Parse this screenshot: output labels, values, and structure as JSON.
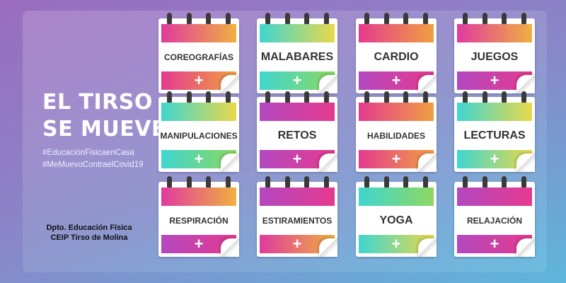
{
  "header": {
    "title_line1": "EL TIRSO",
    "title_line2": "SE MUEVE",
    "hashtag1": "#EducaciónFisicaenCasa",
    "hashtag2": "#MeMuevoContraelCovid19"
  },
  "footer": {
    "line1": "Dpto. Educación Física",
    "line2": "CEIP Tirso de Molina"
  },
  "plus_symbol": "+",
  "cards": [
    {
      "label": "COREOGRAFÍAS",
      "top": "g1",
      "bottom": "g4"
    },
    {
      "label": "MALABARES",
      "top": "g2",
      "bottom": "g5"
    },
    {
      "label": "CARDIO",
      "top": "g4",
      "bottom": "g3"
    },
    {
      "label": "JUEGOS",
      "top": "g1",
      "bottom": "g3"
    },
    {
      "label": "MANIPULACIONES",
      "top": "g2",
      "bottom": "g5"
    },
    {
      "label": "RETOS",
      "top": "g3",
      "bottom": "g3"
    },
    {
      "label": "HABILIDADES",
      "top": "g4",
      "bottom": "g4"
    },
    {
      "label": "LECTURAS",
      "top": "g2",
      "bottom": "g2"
    },
    {
      "label": "RESPIRACIÓN",
      "top": "g1",
      "bottom": "g3"
    },
    {
      "label": "ESTIRAMIENTOS",
      "top": "g3",
      "bottom": "g1"
    },
    {
      "label": "YOGA",
      "top": "g5",
      "bottom": "g2"
    },
    {
      "label": "RELAJACIÓN",
      "top": "g3",
      "bottom": "g3"
    }
  ]
}
